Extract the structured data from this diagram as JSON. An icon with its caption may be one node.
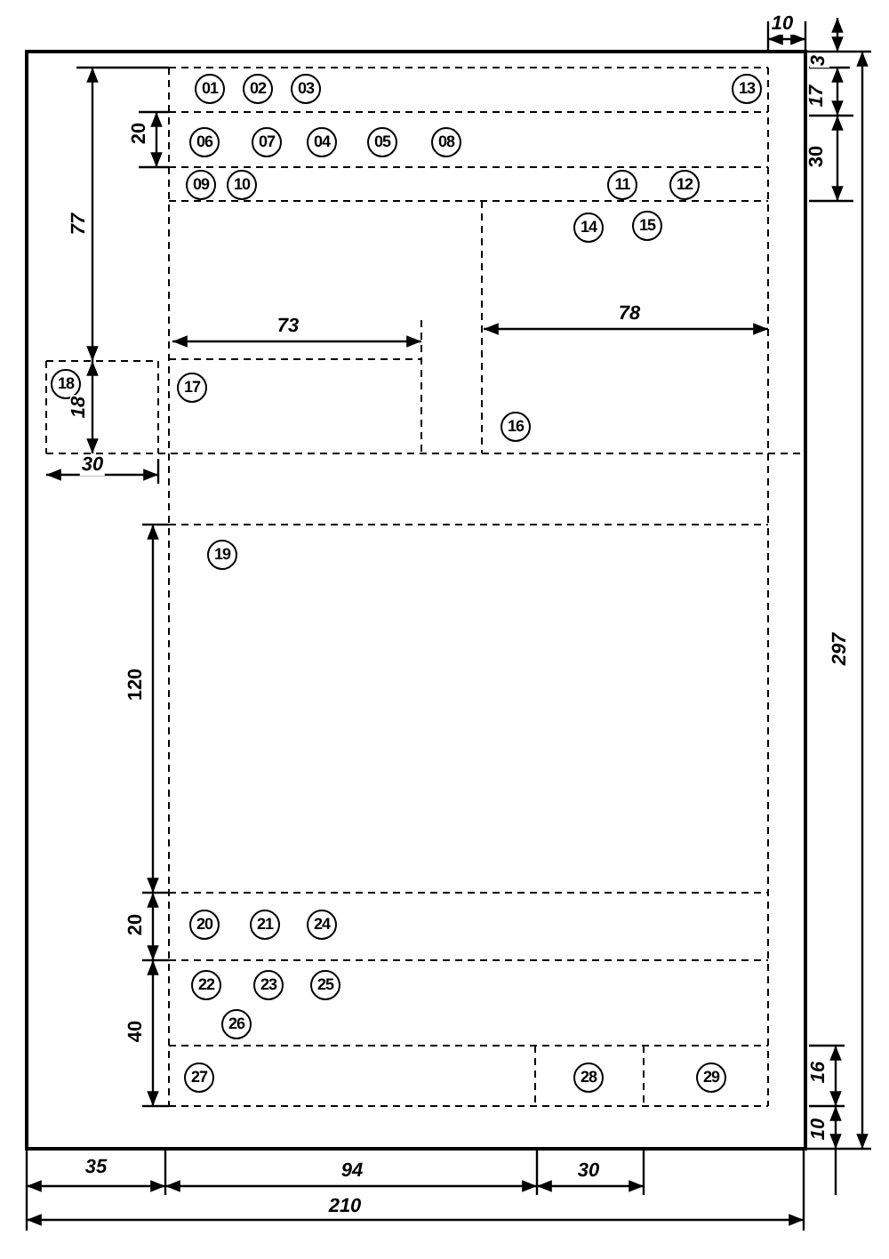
{
  "diagram": {
    "labels": [
      "10",
      "3",
      "01",
      "02",
      "03",
      "13",
      "17",
      "20",
      "06",
      "07",
      "04",
      "05",
      "08",
      "30",
      "09",
      "10",
      "11",
      "12",
      "77",
      "14",
      "15",
      "78",
      "73",
      "18",
      "17",
      "18",
      "16",
      "30",
      "19",
      "297",
      "120",
      "20",
      "21",
      "24",
      "20",
      "22",
      "23",
      "25",
      "26",
      "40",
      "16",
      "27",
      "28",
      "29",
      "10",
      "35",
      "94",
      "30",
      "210"
    ]
  }
}
